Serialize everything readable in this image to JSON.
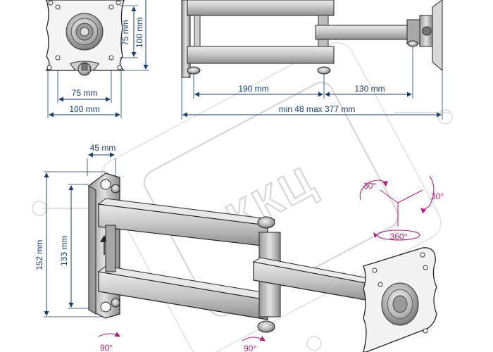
{
  "colors": {
    "dimension": "#1a3f6b",
    "rotation": "#b01e7a",
    "outline": "#222222",
    "metal_light": "#dcdcdc",
    "metal_mid": "#b4b4b4",
    "metal_dark": "#7a7a7a",
    "watermark": "#d6d6d6"
  },
  "plate_dims": {
    "v_inner": "75 mm",
    "v_outer": "100 mm",
    "h_inner": "75 mm",
    "h_outer": "100 mm"
  },
  "arm_dims": {
    "seg1": "190 mm",
    "seg2": "130 mm",
    "range": "min 48 max 377 mm"
  },
  "side_dims": {
    "top_width": "45 mm",
    "height_outer": "152 mm",
    "height_inner": "133 mm"
  },
  "rotation": {
    "tilt_left": "30°",
    "tilt_right": "30°",
    "swivel": "360°",
    "bottom_left": "90°",
    "bottom_mid": "90°"
  },
  "watermark": {
    "text": "ККЦ"
  },
  "icons": [
    "arrow-up-icon",
    "rotation-arrow-icon"
  ]
}
